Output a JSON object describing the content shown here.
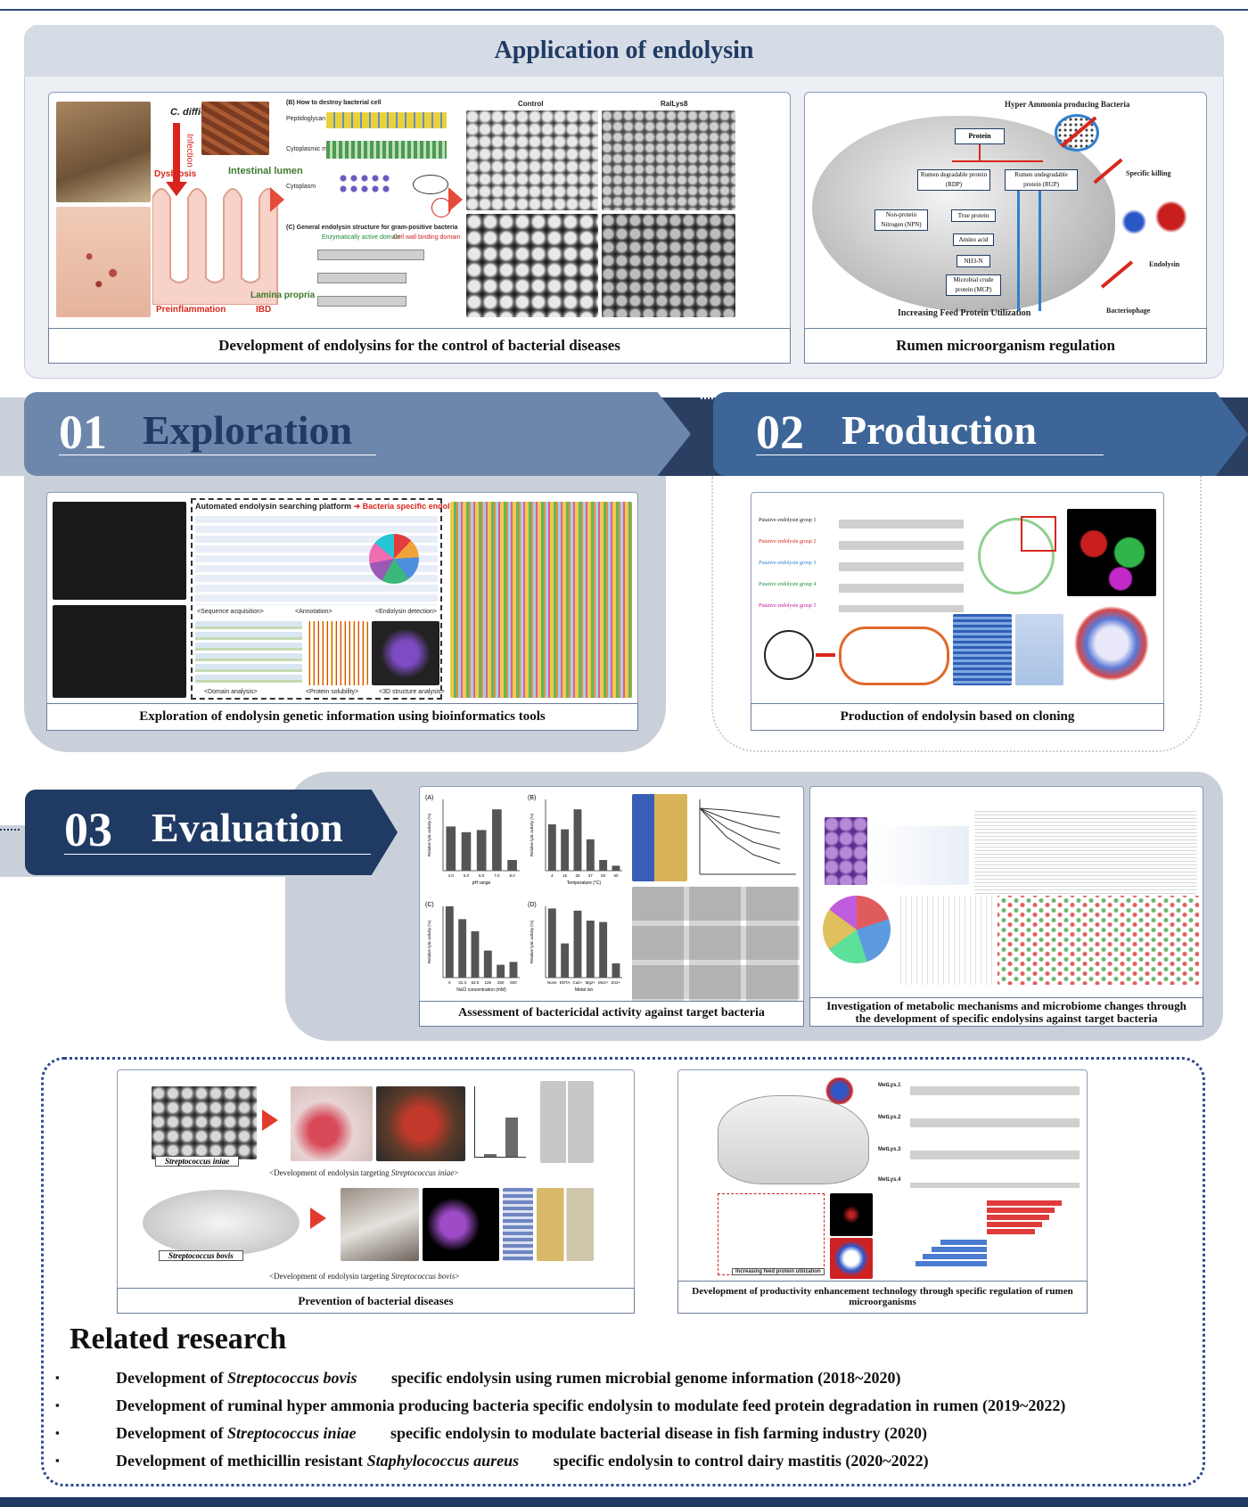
{
  "application": {
    "title": "Application of endolysin",
    "left_caption": "Development of endolysins for the control of bacterial diseases",
    "right_caption": "Rumen microorganism regulation",
    "figure_labels": {
      "c_difficile": "C. difficile",
      "infection": "Infection",
      "dysbiosis": "Dysbiosis",
      "intestinal_lumen": "Intestinal lumen",
      "lamina_propria": "Lamina propria",
      "preinflammation": "Preinflammation",
      "ibd": "IBD",
      "destroy_cell": "(B) How to destroy bacterial cell",
      "peptidoglycan": "Peptidoglycan layer",
      "cytoplasmic_membrane": "Cytoplasmic membrane",
      "cytoplasm": "Cytoplasm",
      "endolysin_structure": "(C) General endolysin structure for gram-positive bacteria",
      "eat_domain": "Enzymatically active domain",
      "cbd_domain": "Cell wall binding domain",
      "control": "Control",
      "rallys8": "RalLys8",
      "hyper_ammonia": "Hyper Ammonia producing Bacteria",
      "protein": "Protein",
      "rdp": "Rumen degradable protein (RDP)",
      "rup": "Rumen undegradable protein (RUP)",
      "npn": "Non-protein Nitrogen (NPN)",
      "true_protein": "True protein",
      "amino_acid": "Amino acid",
      "nh3": "NH3-N",
      "mcp": "Microbial crude protein (MCP)",
      "specific_killing": "Specific killing",
      "endolysin": "Endolysin",
      "bacteriophage": "Bacteriophage",
      "feed_protein": "Increasing Feed Protein Utilization"
    }
  },
  "sections": {
    "exploration": {
      "num": "01",
      "title": "Exploration",
      "caption": "Exploration of endolysin genetic information using bioinformatics tools",
      "labels": {
        "platform": "Automated endolysin searching platform",
        "arrow": "➔",
        "specific": "Bacteria specific endolysin",
        "seq": "<Sequence acquisition>",
        "anno": "<Annotation>",
        "detect": "<Endolysin detection>",
        "domain": "<Domain analysis>",
        "solubility": "<Protein solubility>",
        "structure": "<3D structure analysis>"
      }
    },
    "production": {
      "num": "02",
      "title": "Production",
      "caption": "Production of endolysin based on cloning",
      "groups": [
        "Putative endolysin group 1",
        "Putative endolysin group 2",
        "Putative endolysin group 3",
        "Putative endolysin group 4",
        "Putative endolysin group 5"
      ]
    },
    "evaluation": {
      "num": "03",
      "title": "Evaluation",
      "caption_left": "Assessment of bactericidal activity against target bacteria",
      "caption_right_1": "Investigation of metabolic mechanisms and microbiome changes through",
      "caption_right_2": "the development of specific endolysins against target bacteria"
    }
  },
  "prevention": {
    "caption": "Prevention of bacterial diseases",
    "iniae_label": "Streptococcus iniae",
    "iniae_dev_prefix": "<Development of endolysin targeting ",
    "iniae_dev_species": "Streptococcus iniae",
    "bovis_label": "Streptococcus bovis",
    "bovis_dev_prefix": "<Development of endolysin targeting ",
    "bovis_dev_species": "Streptococcus bovis",
    "dev_suffix": ">"
  },
  "productivity": {
    "caption_1": "Development of productivity enhancement technology through specific regulation of rumen",
    "caption_2": "microorganisms",
    "lys": [
      "MetLys.1",
      "MetLys.2",
      "MetLys.3",
      "MetLys.4"
    ],
    "feed_label": "Increasing feed protein utilization"
  },
  "related": {
    "heading": "Related research",
    "items": [
      {
        "pre": "Development of ",
        "species": "Streptococcus bovis",
        "post": " specific endolysin using rumen microbial genome information (2018~2020)"
      },
      {
        "pre": "Development of ruminal hyper ammonia producing bacteria specific endolysin to modulate feed protein degradation in rumen (2019~2022)",
        "species": "",
        "post": ""
      },
      {
        "pre": "Development of ",
        "species": "Streptococcus iniae",
        "post": " specific endolysin to modulate bacterial disease in fish farming industry (2020)"
      },
      {
        "pre": "Development of methicillin resistant ",
        "species": "Staphylococcus aureus",
        "post": " specific endolysin to control dairy mastitis (2020~2022)"
      }
    ]
  },
  "chart_data": [
    {
      "type": "bar",
      "title": "(A)",
      "xlabel": "pH range",
      "ylabel": "Relative lytic activity (%)",
      "categories": [
        "4.0",
        "5.0",
        "6.0",
        "7.0",
        "8.0"
      ],
      "values": [
        62,
        54,
        57,
        86,
        15
      ],
      "ylim": [
        0,
        100
      ]
    },
    {
      "type": "bar",
      "title": "(B)",
      "xlabel": "Temperature (°C)",
      "ylabel": "Relative lytic activity (%)",
      "categories": [
        "4",
        "16",
        "25",
        "37",
        "50",
        "60"
      ],
      "values": [
        65,
        58,
        86,
        44,
        15,
        7
      ],
      "ylim": [
        0,
        100
      ]
    },
    {
      "type": "bar",
      "title": "(C)",
      "xlabel": "NaCl concentration (mM)",
      "ylabel": "Relative lytic activity (%)",
      "categories": [
        "0",
        "31.3",
        "62.5",
        "125",
        "250",
        "500"
      ],
      "values": [
        100,
        82,
        65,
        38,
        18,
        22
      ],
      "ylim": [
        0,
        100
      ]
    },
    {
      "type": "bar",
      "title": "(D)",
      "xlabel": "Metal ion",
      "ylabel": "Relative lytic activity (%)",
      "categories": [
        "None",
        "EDTA",
        "Ca2+",
        "Mg2+",
        "Mn2+",
        "Zn2+"
      ],
      "values": [
        97,
        48,
        94,
        80,
        78,
        20
      ],
      "ylim": [
        0,
        100
      ]
    }
  ],
  "colors": {
    "navy": "#1f3a63",
    "mid_blue": "#3d6598",
    "light_panel": "#e3e8f0",
    "grey_panel": "#c9d0da"
  }
}
